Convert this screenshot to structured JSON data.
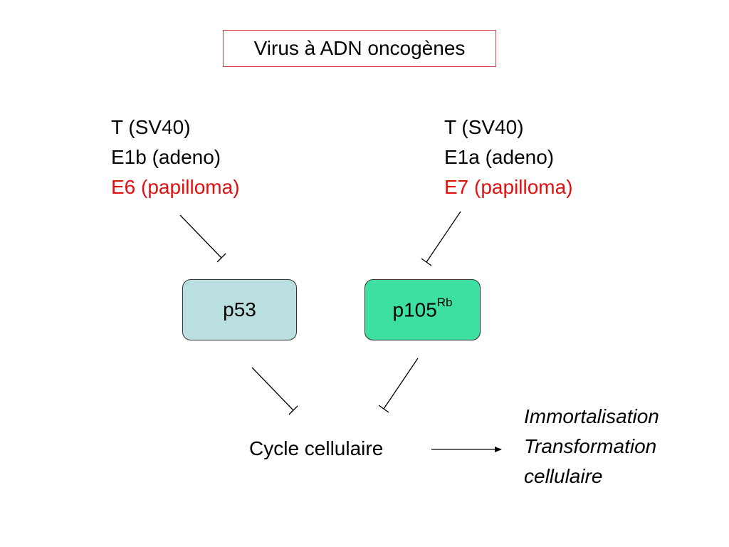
{
  "title": "Virus à ADN oncogènes",
  "left_group": {
    "lines": [
      "T (SV40)",
      "E1b (adeno)",
      "E6 (papilloma)"
    ]
  },
  "right_group": {
    "lines": [
      "T (SV40)",
      "E1a (adeno)",
      "E7 (papilloma)"
    ]
  },
  "nodes": {
    "p53": {
      "label": "p53",
      "fill": "#b9dfe0"
    },
    "p105": {
      "label": "p105",
      "superscript": "Rb",
      "fill": "#3ee0a1"
    }
  },
  "cycle": {
    "label": "Cycle cellulaire"
  },
  "outcomes": {
    "lines": [
      "Immortalisation",
      "Transformation",
      "cellulaire"
    ]
  },
  "colors": {
    "highlight_text": "#e01010",
    "title_border": "#d34545",
    "line": "#000000"
  }
}
